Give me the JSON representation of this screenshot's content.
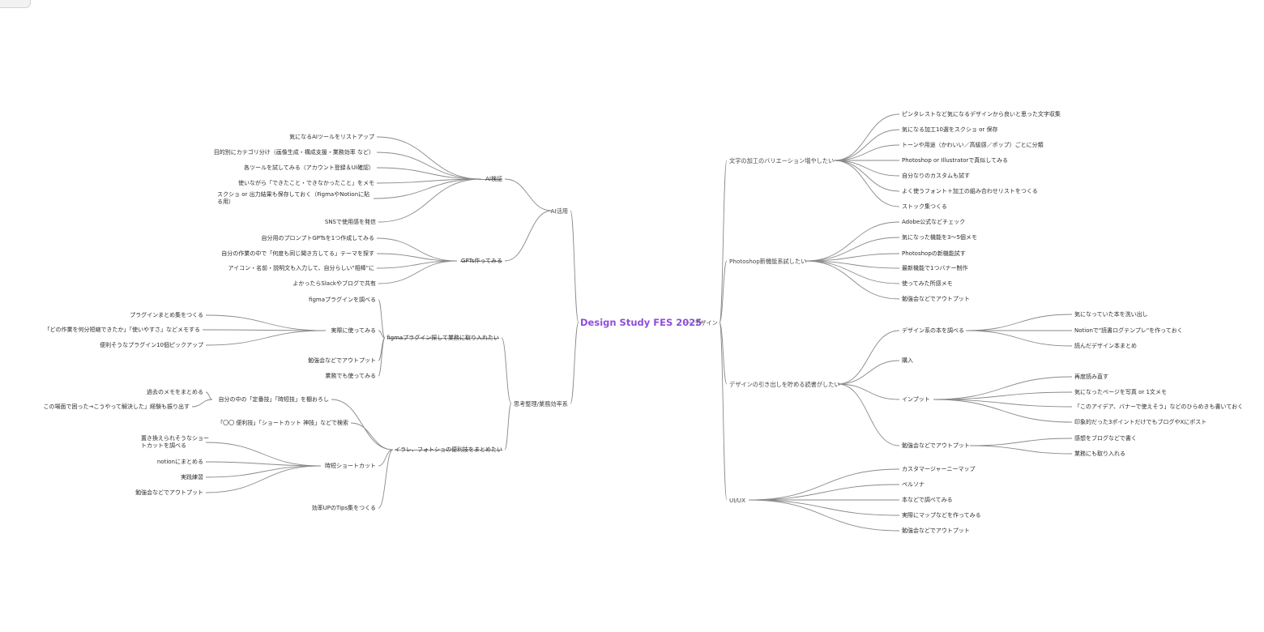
{
  "root": "Design Study FES 2025",
  "left": [
    {
      "label": "AI活用",
      "children": [
        {
          "label": "AI検証",
          "children": [
            {
              "label": "気になるAIツールをリストアップ"
            },
            {
              "label": "目的別にカテゴリ分け（画像生成・構成支援・業務効率 など）"
            },
            {
              "label": "各ツールを試してみる（アカウント登録＆UI確認）"
            },
            {
              "label": "使いながら「できたこと・できなかったこと」をメモ"
            },
            {
              "label": "スクショ or 出力結果も保存しておく（FigmaやNotionに貼る用）"
            },
            {
              "label": "SNSで使用感を発信"
            }
          ]
        },
        {
          "label": "GPTs作ってみる",
          "children": [
            {
              "label": "自分用のプロンプトGPTsを1つ作成してみる"
            },
            {
              "label": "自分の作業の中で「何度も同じ聞き方してる」テーマを探す"
            },
            {
              "label": "アイコン・名前・説明文も入力して、自分らしい\"相棒\"に"
            },
            {
              "label": "よかったらSlackやブログで共有"
            }
          ]
        }
      ]
    },
    {
      "label": "思考整理/業務効率系",
      "children": [
        {
          "label": "figmaプラグイン探して業務に取り入れたい",
          "children": [
            {
              "label": "figmaプラグインを調べる"
            },
            {
              "label": "実際に使ってみる",
              "children": [
                {
                  "label": "プラグインまとめ集をつくる"
                },
                {
                  "label": "「どの作業を何分短縮できたか」「使いやすさ」などメモする"
                },
                {
                  "label": "便利そうなプラグイン10個ピックアップ"
                }
              ]
            },
            {
              "label": "勉強会などでアウトプット"
            },
            {
              "label": "業務でも使ってみる"
            }
          ]
        },
        {
          "label": "イラレ、フォトショの便利技をまとめたい",
          "children": [
            {
              "label": "自分の中の「定番技」「時短技」を棚おろし",
              "children": [
                {
                  "label": "過去のメモをまとめる"
                },
                {
                  "label": "この場面で困った→こうやって解決した」経験も振り出す"
                }
              ]
            },
            {
              "label": "「〇〇 便利技」「ショートカット 神技」などで検索"
            },
            {
              "label": "時短ショートカット",
              "children": [
                {
                  "label": "置き換えられそうなショートカットを調べる"
                },
                {
                  "label": "notionにまとめる"
                },
                {
                  "label": "実践練習"
                },
                {
                  "label": "勉強会などでアウトプット"
                }
              ]
            },
            {
              "label": "効率UPのTips集をつくる"
            }
          ]
        }
      ]
    }
  ],
  "right": [
    {
      "label": "デザイン",
      "children": [
        {
          "label": "文字の加工のバリエーション増やしたい",
          "children": [
            {
              "label": "ピンタレストなど気になるデザインから良いと思った文字収集"
            },
            {
              "label": "気になる加工10選をスクショ or 保存"
            },
            {
              "label": "トーンや用途（かわいい／高級感／ポップ）ごとに分類"
            },
            {
              "label": "Photoshop or Illustratorで真似してみる"
            },
            {
              "label": "自分なりのカスタムも試す"
            },
            {
              "label": "よく使うフォント＋加工の組み合わせリストをつくる"
            },
            {
              "label": "ストック集つくる"
            }
          ]
        },
        {
          "label": "Photoshop新機能系試したい",
          "children": [
            {
              "label": "Adobe公式などチェック"
            },
            {
              "label": "気になった機能を3〜5個メモ"
            },
            {
              "label": "Photoshopの新機能試す"
            },
            {
              "label": "最新機能で1つバナー制作"
            },
            {
              "label": "使ってみた所感メモ"
            },
            {
              "label": "勉強会などでアウトプット"
            }
          ]
        },
        {
          "label": "デザインの引き出しを貯める読書がしたい",
          "children": [
            {
              "label": "デザイン系の本を調べる",
              "children": [
                {
                  "label": "気になっていた本を洗い出し"
                },
                {
                  "label": "Notionで\"読書ログテンプレ\"を作っておく"
                },
                {
                  "label": "読んだデザイン本まとめ"
                }
              ]
            },
            {
              "label": "購入"
            },
            {
              "label": "インプット",
              "children": [
                {
                  "label": "再度読み直す"
                },
                {
                  "label": "気になったページを写真 or 1文メモ"
                },
                {
                  "label": "「このアイデア、バナーで使えそう」などのひらめきも書いておく"
                },
                {
                  "label": "印象的だった3ポイントだけでもブログやXにポスト"
                }
              ]
            },
            {
              "label": "勉強会などでアウトプット",
              "children": [
                {
                  "label": "感想をブログなどで書く"
                },
                {
                  "label": "業務にも取り入れる"
                }
              ]
            }
          ]
        },
        {
          "label": "UI/UX",
          "children": [
            {
              "label": "カスタマージャーニーマップ"
            },
            {
              "label": "ペルソナ"
            },
            {
              "label": "本などで調べてみる"
            },
            {
              "label": "実際にマップなどを作ってみる"
            },
            {
              "label": "勉強会などでアウトプット"
            }
          ]
        }
      ]
    }
  ]
}
